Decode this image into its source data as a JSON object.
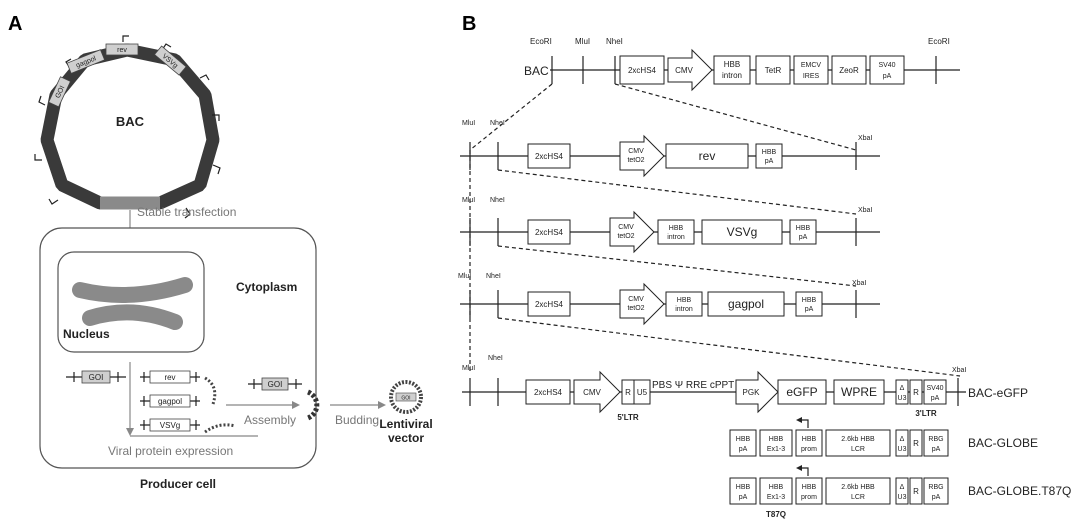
{
  "panelA": {
    "letter": "A",
    "bac_label": "BAC",
    "plasmid_genes": [
      "rev",
      "VSVg",
      "gagpol",
      "GOI"
    ],
    "stable_transfection": "Stable transfection",
    "cytoplasm": "Cytoplasm",
    "nucleus": "Nucleus",
    "genes": {
      "goi": "GOI",
      "rev": "rev",
      "gagpol": "gagpol",
      "vsvg": "VSVg",
      "goi2": "GOI"
    },
    "viral_protein_expression": "Viral protein expression",
    "assembly": "Assembly",
    "budding": "Budding",
    "producer_cell": "Producer cell",
    "lentiviral_vector_line1": "Lentiviral",
    "lentiviral_vector_line2": "vector",
    "vector_inner_label": "GOI"
  },
  "panelB": {
    "letter": "B",
    "bac": {
      "label": "BAC",
      "sites": [
        "EcoRI",
        "MluI",
        "NheI",
        "EcoRI"
      ],
      "elements": [
        "2xcHS4",
        "CMV",
        "HBB\nintron",
        "TetR",
        "EMCV\nIRES",
        "ZeoR",
        "SV40\npA"
      ]
    },
    "row_rev": {
      "sites": [
        "MluI",
        "NheI",
        "XbaI"
      ],
      "elements": [
        "2xcHS4",
        "CMV\ntetO2",
        "rev",
        "HBB\npA"
      ]
    },
    "row_vsvg": {
      "sites": [
        "MluI",
        "NheI",
        "XbaI"
      ],
      "elements": [
        "2xcHS4",
        "CMV\ntetO2",
        "HBB\nintron",
        "VSVg",
        "HBB\npA"
      ]
    },
    "row_gagpol": {
      "sites": [
        "MluI",
        "NheI",
        "XbaI"
      ],
      "elements": [
        "2xcHS4",
        "CMV\ntetO2",
        "HBB\nintron",
        "gagpol",
        "HBB\npA"
      ]
    },
    "row_egfp": {
      "sites": [
        "MluI",
        "NheI",
        "XbaI"
      ],
      "elements": [
        "2xcHS4",
        "CMV",
        "R",
        "U5",
        "PBS Ψ RRE cPPT",
        "PGK",
        "eGFP",
        "WPRE",
        "Δ\nU3",
        "R",
        "SV40\npA"
      ],
      "ltr5": "5'LTR",
      "ltr3": "3'LTR",
      "name": "BAC-eGFP"
    },
    "row_globe": {
      "elements": [
        "HBB\npA",
        "HBB\nEx1-3",
        "HBB\nprom",
        "2.6kb HBB\nLCR",
        "Δ\nU3",
        "R",
        "RBG\npA"
      ],
      "name": "BAC-GLOBE"
    },
    "row_globe_t87q": {
      "elements": [
        "HBB\npA",
        "HBB\nEx1-3",
        "HBB\nprom",
        "2.6kb HBB\nLCR",
        "Δ\nU3",
        "R",
        "RBG\npA"
      ],
      "mutation": "T87Q",
      "name": "BAC-GLOBE.T87Q"
    }
  }
}
